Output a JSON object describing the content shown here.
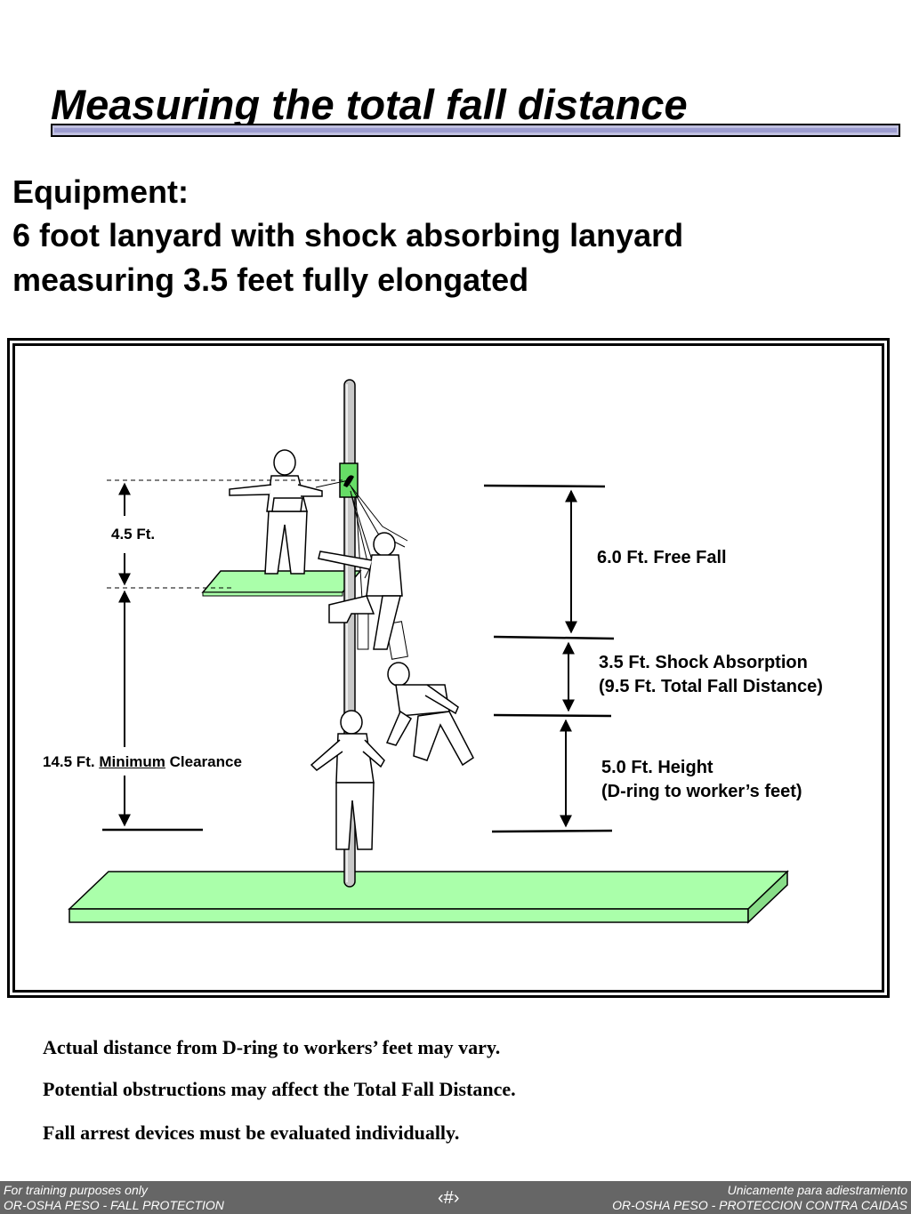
{
  "slide": {
    "title": "Measuring the total fall distance",
    "equipment_label": "Equipment:",
    "equipment_line1": "6 foot lanyard with shock absorbing lanyard",
    "equipment_line2": "measuring 3.5 feet fully elongated"
  },
  "diagram": {
    "label_4_5": "4.5 Ft.",
    "clearance_prefix": "14.5 Ft. ",
    "clearance_underlined": "Minimum",
    "clearance_suffix": " Clearance",
    "free_fall": "6.0 Ft. Free Fall",
    "shock_line1": "3.5 Ft. Shock Absorption",
    "shock_line2": "(9.5 Ft. Total Fall Distance)",
    "height_line1": "5.0 Ft. Height",
    "height_line2": "(D-ring to worker’s feet)",
    "colors": {
      "platform": "#aaffaa",
      "pole": "#c8c8c8",
      "anchor": "#66dd66"
    }
  },
  "notes": [
    "Actual distance from D-ring to workers’ feet may vary.",
    "Potential obstructions may affect the Total Fall Distance.",
    "Fall arrest devices must be evaluated individually."
  ],
  "footer": {
    "left_line1": "For training purposes only",
    "left_line2": "OR-OSHA PESO - FALL PROTECTION",
    "center": "‹#›",
    "right_line1": "Unicamente para adiestramiento",
    "right_line2": "OR-OSHA PESO - PROTECCION CONTRA CAIDAS"
  }
}
